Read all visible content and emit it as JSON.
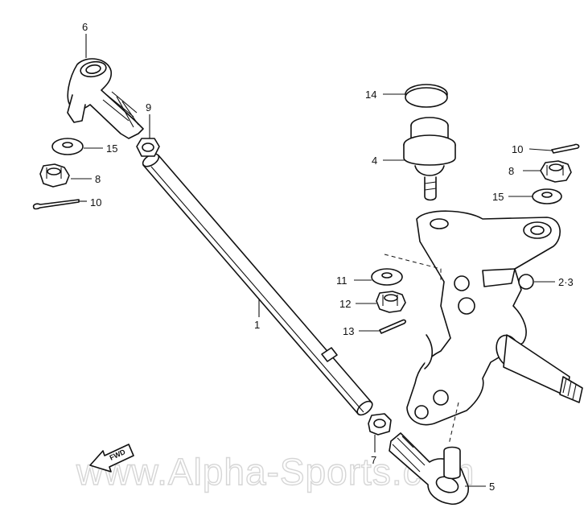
{
  "callouts": {
    "c1": "1",
    "c2_3": "2·3",
    "c4": "4",
    "c5": "5",
    "c6": "6",
    "c7": "7",
    "c8_left": "8",
    "c8_right": "8",
    "c9": "9",
    "c10_left": "10",
    "c10_right": "10",
    "c11": "11",
    "c12": "12",
    "c13": "13",
    "c14": "14",
    "c15_left": "15",
    "c15_right": "15"
  },
  "direction_badge": "FWD",
  "watermark": "www.Alpha-Sports.com"
}
